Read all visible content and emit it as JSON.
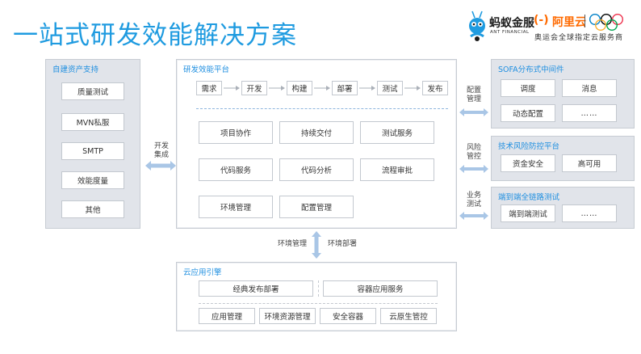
{
  "title": "一站式研发效能解决方案",
  "logos": {
    "ant_name": "蚂蚁金服",
    "ant_sub": "ANT FINANCIAL",
    "ali_mark": "(-)",
    "ali_name": "阿里云",
    "partner_text": "奥运会全球指定云服务商",
    "ant_color": "#1a1a1a",
    "ali_color": "#ff6a00"
  },
  "colors": {
    "title": "#1f9be0",
    "panel_title": "#1f8fe0",
    "arrow": "#a9c6e6",
    "grey_panel": "#e1e4ea"
  },
  "left_panel": {
    "title": "自建资产支持",
    "items": [
      "质量测试",
      "MVN私服",
      "SMTP",
      "效能度量",
      "其他"
    ]
  },
  "left_link": {
    "line1": "开发",
    "line2": "集成"
  },
  "center_panel": {
    "title": "研发效能平台",
    "flow": [
      "需求",
      "开发",
      "构建",
      "部署",
      "测试",
      "发布"
    ],
    "grid": [
      "项目协作",
      "持续交付",
      "测试服务",
      "代码服务",
      "代码分析",
      "流程审批",
      "环境管理",
      "配置管理"
    ]
  },
  "vertical_link": {
    "left": "环境管理",
    "right": "环境部署"
  },
  "bottom_panel": {
    "title": "云应用引擎",
    "top_items": [
      "经典发布部署",
      "容器应用服务"
    ],
    "bottom_items": [
      "应用管理",
      "环境资源管理",
      "安全容器",
      "云原生管控"
    ]
  },
  "right_panels": [
    {
      "title": "SOFA分布式中间件",
      "items": [
        "调度",
        "消息",
        "动态配置",
        "……"
      ],
      "link": {
        "line1": "配置",
        "line2": "管理"
      }
    },
    {
      "title": "技术风险防控平台",
      "items": [
        "资金安全",
        "高可用"
      ],
      "link": {
        "line1": "风险",
        "line2": "管控"
      }
    },
    {
      "title": "端到端全链路测试",
      "items": [
        "端到端测试",
        "……"
      ],
      "link": {
        "line1": "业务",
        "line2": "测试"
      }
    }
  ]
}
